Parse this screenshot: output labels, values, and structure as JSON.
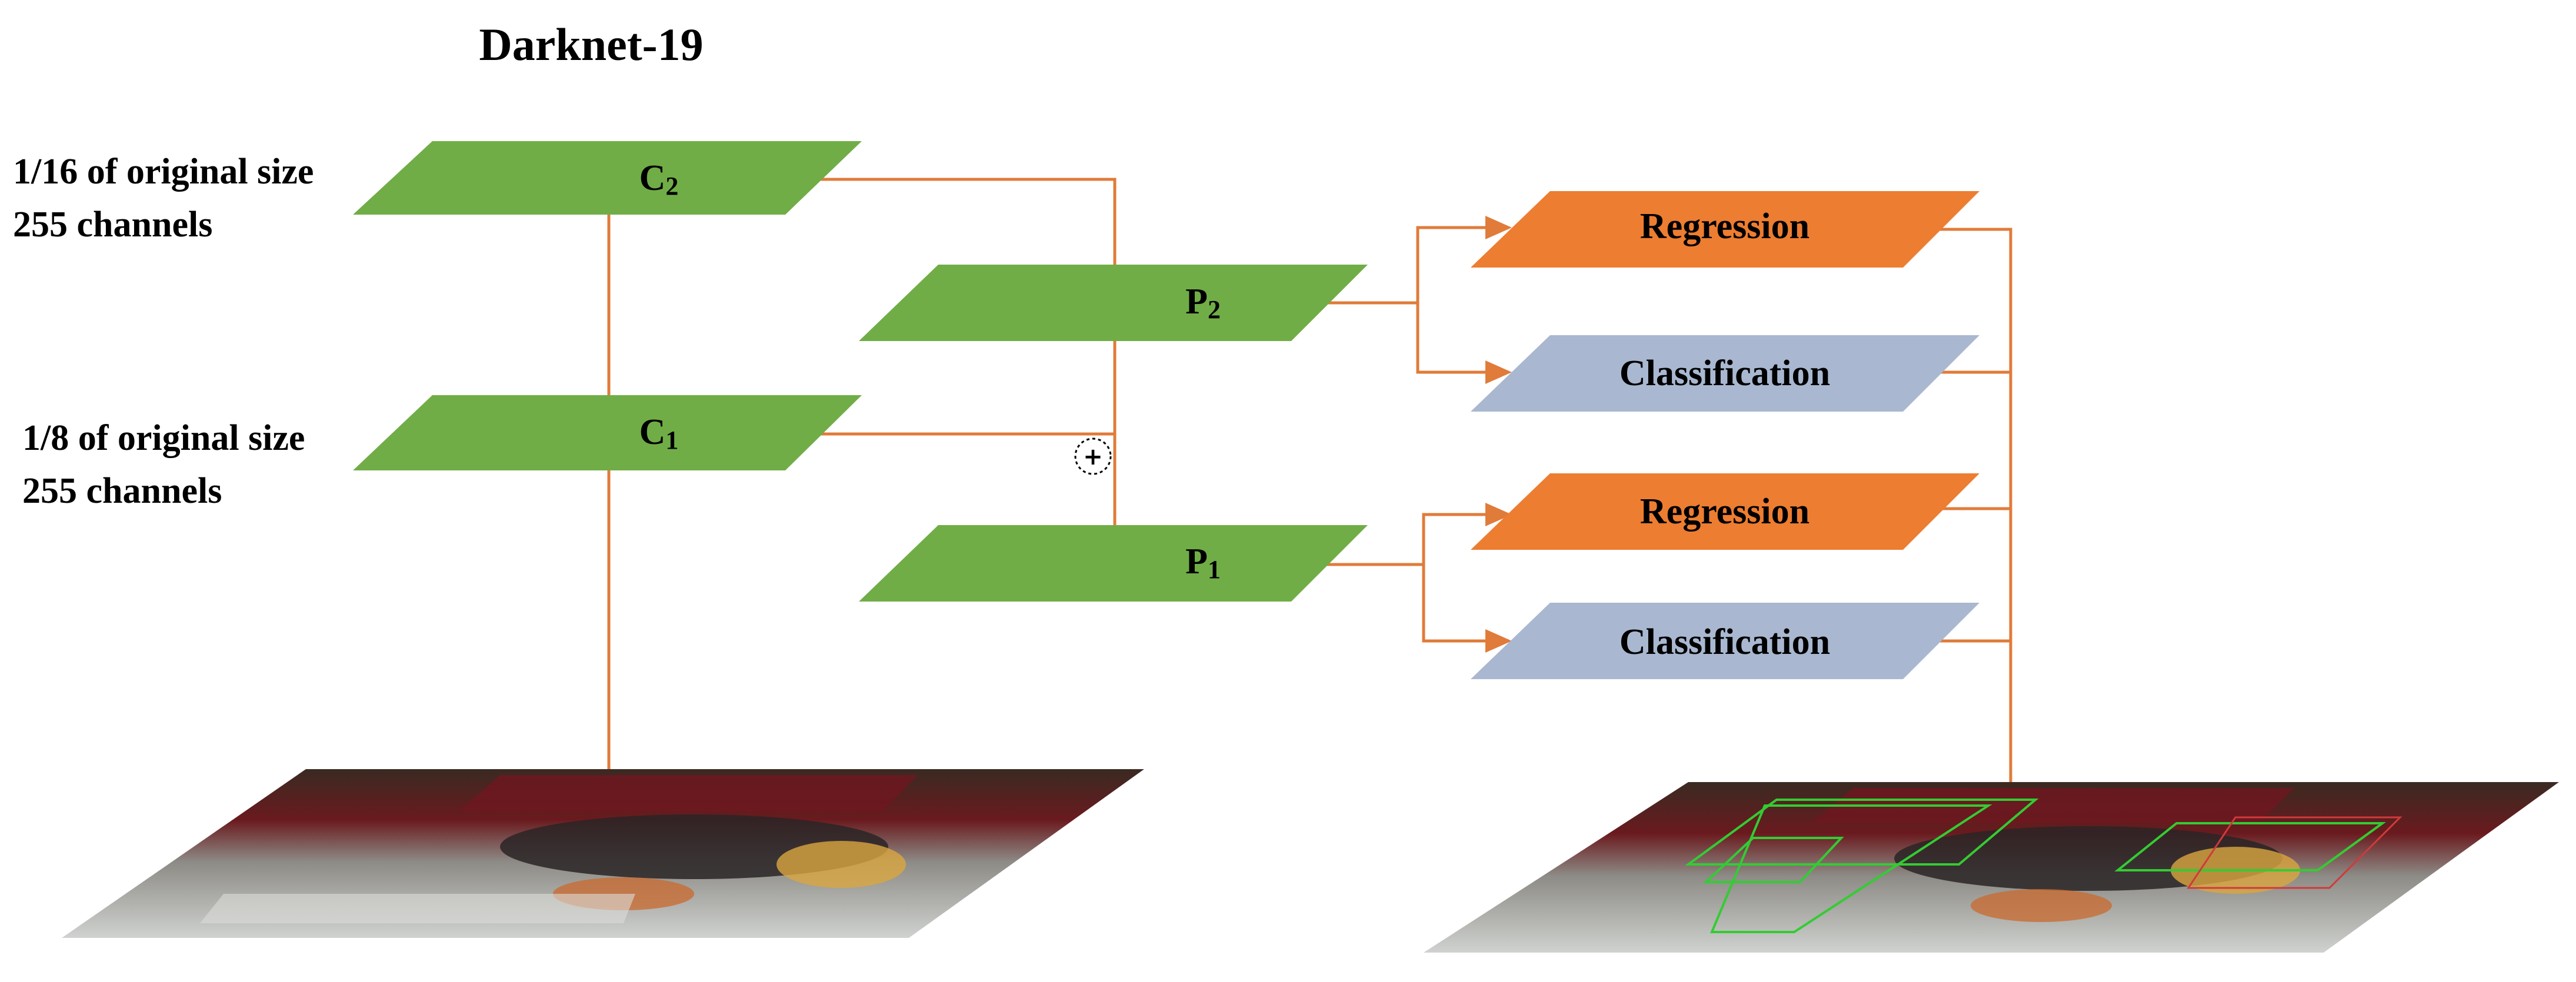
{
  "title": "Darknet-19",
  "scale_labels": [
    {
      "line1": "1/16 of original size",
      "line2": "255 channels"
    },
    {
      "line1": "1/8 of original size",
      "line2": "255 channels"
    }
  ],
  "feature_maps": {
    "c2": {
      "letter": "C",
      "sub": "2"
    },
    "c1": {
      "letter": "C",
      "sub": "1"
    },
    "p2": {
      "letter": "P",
      "sub": "2"
    },
    "p1": {
      "letter": "P",
      "sub": "1"
    }
  },
  "heads": {
    "regression": "Regression",
    "classification": "Classification"
  },
  "merge_symbol": "+",
  "colors": {
    "feature_map": "#70AD47",
    "regression": "#ED7D31",
    "classification": "#A9B8D0",
    "arrow": "#E07B39",
    "detection_box": "#33CC33"
  }
}
